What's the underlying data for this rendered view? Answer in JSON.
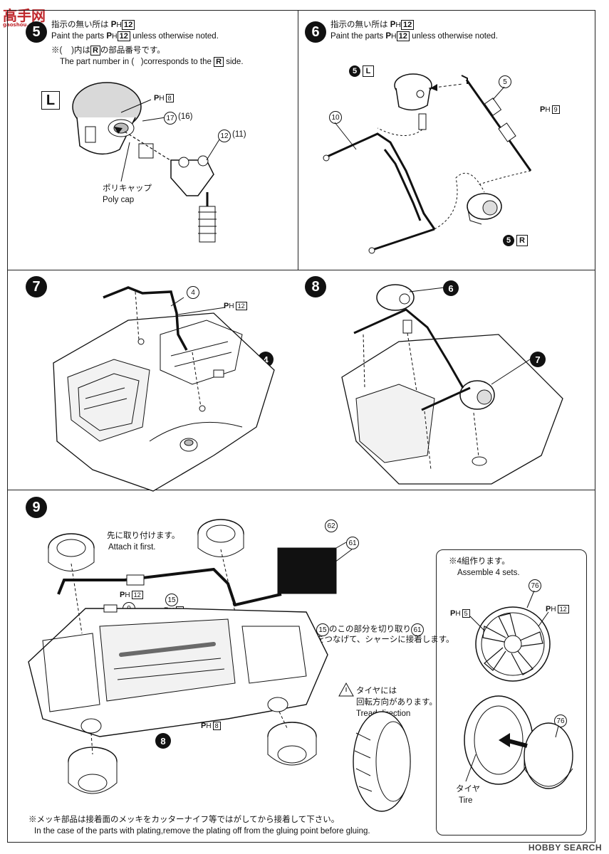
{
  "logo": {
    "text": "高手网",
    "sub": "gaoshou.com"
  },
  "watermark": "HOBBY SEARCH",
  "steps": [
    {
      "num": "5",
      "line1_jp": "指示の無い所は",
      "ph_code": "H",
      "ph_num": "12",
      "line2_en": "Paint the parts",
      "line2_tail": "unless otherwise noted.",
      "note_jp_pre": "※(",
      "note_jp_mid": ")内は",
      "note_jp_r": "R",
      "note_jp_post": "の部品番号です。",
      "note_en_pre": "The part number in (",
      "note_en_post": ")corresponds to the",
      "note_en_r": "R",
      "note_en_end": "side.",
      "side": "L",
      "polycap_jp": "ポリキャップ",
      "polycap_en": "Poly cap",
      "callouts": [
        "17",
        "16",
        "12",
        "11"
      ],
      "ph_part": "8"
    },
    {
      "num": "6",
      "line1_jp": "指示の無い所は",
      "ph_code": "H",
      "ph_num": "12",
      "line2_en": "Paint the parts",
      "line2_tail": "unless otherwise noted.",
      "ref_top": {
        "num": "5",
        "side": "L"
      },
      "ref_bottom": {
        "num": "5",
        "side": "R"
      },
      "callouts": [
        "10",
        "5"
      ],
      "ph_part": "9"
    },
    {
      "num": "7",
      "callouts": [
        "4"
      ],
      "ref": "4",
      "ph_part": "12"
    },
    {
      "num": "8",
      "refs": [
        "6",
        "7"
      ]
    },
    {
      "num": "9",
      "attach_jp": "先に取り付けます。",
      "attach_en": "Attach it first.",
      "callouts": [
        "62",
        "61",
        "15",
        "9"
      ],
      "ph_parts": [
        "12",
        "8",
        "8"
      ],
      "ref": "8",
      "cut_note_jp": "のこの部分を切り取り",
      "cut_note_jp2": "をつなげて、シャーシに接着します。",
      "cut_note_num1": "15",
      "cut_note_num2": "61",
      "tire_jp1": "タイヤには",
      "tire_jp2": "回転方向があります。",
      "tire_en": "Tread direction"
    }
  ],
  "inset": {
    "jp": "※4組作ります。",
    "en": "Assemble 4 sets.",
    "wheel_num": "76",
    "ph_left": "5",
    "ph_right": "12",
    "tire_jp": "タイヤ",
    "tire_en": "Tire"
  },
  "footer": {
    "jp": "※メッキ部品は接着面のメッキをカッターナイフ等ではがしてから接着して下さい。",
    "en": "In the case of the parts with plating,remove the plating off from the gluing point before gluing."
  }
}
